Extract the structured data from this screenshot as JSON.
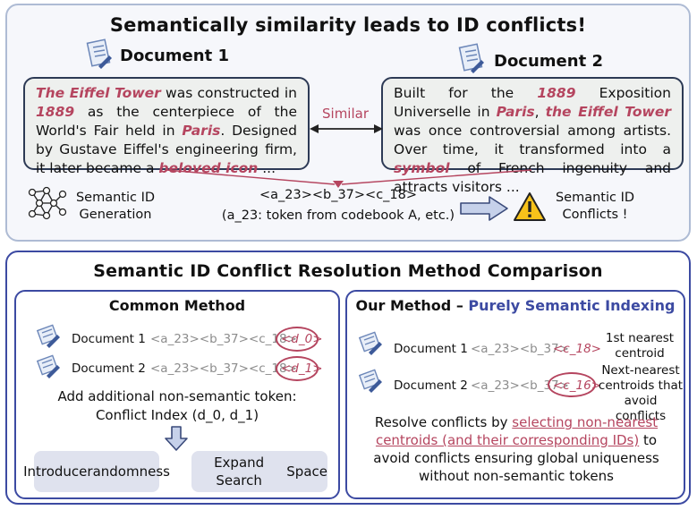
{
  "top": {
    "title": "Semantically similarity leads to ID conflicts!",
    "doc1": {
      "title": "Document 1",
      "text": [
        {
          "t": "The Eiffel Tower",
          "h": true
        },
        {
          "t": " was constructed in ",
          "h": false
        },
        {
          "t": "1889",
          "h": true
        },
        {
          "t": " as the centerpiece of the World's Fair held in ",
          "h": false
        },
        {
          "t": "Paris",
          "h": true
        },
        {
          "t": ". Designed by Gustave Eiffel's engineering firm, it later became a ",
          "h": false
        },
        {
          "t": "beloved icon",
          "h": true
        },
        {
          "t": " ...",
          "h": false
        }
      ]
    },
    "doc2": {
      "title": "Document 2",
      "text": [
        {
          "t": "Built for the ",
          "h": false
        },
        {
          "t": "1889",
          "h": true
        },
        {
          "t": " Exposition Universelle in ",
          "h": false
        },
        {
          "t": "Paris",
          "h": true
        },
        {
          "t": ", ",
          "h": false
        },
        {
          "t": "the Eiffel Tower",
          "h": true
        },
        {
          "t": " was once controversial among artists. Over time, it transformed into a ",
          "h": false
        },
        {
          "t": "symbol",
          "h": true
        },
        {
          "t": " of French ingenuity and attracts visitors ...",
          "h": false
        }
      ]
    },
    "similar_label": "Similar",
    "gen_label": "Semantic ID\nGeneration",
    "id_line1": "<a_23><b_37><c_18>",
    "id_line2": "(a_23: token from codebook A, etc.)",
    "conflict_label": "Semantic ID\nConflicts !"
  },
  "bottom": {
    "title": "Semantic ID Conflict Resolution Method Comparison",
    "common": {
      "title": "Common Method",
      "rows": [
        {
          "doc": "Document 1",
          "code": "<a_23><b_37><c_18>",
          "extra": "<d_0>"
        },
        {
          "doc": "Document 2",
          "code": "<a_23><b_37><c_18>",
          "extra": "<d_1>"
        }
      ],
      "desc1": "Add additional non-semantic token:",
      "desc2": "Conflict Index (d_0, d_1)",
      "btn1": "Introduce\nrandomness",
      "btn2": "Expand Search\nSpace"
    },
    "ours": {
      "title_prefix": "Our Method – ",
      "title_highlight": "Purely Semantic Indexing",
      "rows": [
        {
          "doc": "Document 1",
          "code": "<a_23><b_37>",
          "extra": "<c_18>",
          "note": "1st nearest\ncentroid"
        },
        {
          "doc": "Document 2",
          "code": "<a_23><b_37>",
          "extra": "<c_16>",
          "note": "Next-nearest\ncentroids that\navoid conflicts"
        }
      ],
      "resolve_pre": "Resolve conflicts by ",
      "resolve_link": "selecting non-nearest centroids (and their corresponding IDs)",
      "resolve_post": " to avoid conflicts ensuring global uniqueness without non-semantic tokens"
    }
  },
  "colors": {
    "accent": "#b5455f",
    "navy": "#3c4aa2",
    "top_border": "#aebbd4",
    "doc_bg": "#eef0ee",
    "btn_bg": "#dfe2ee"
  },
  "icons": [
    "document-icon",
    "network-icon",
    "warning-icon",
    "arrow-right-icon",
    "arrow-down-icon"
  ]
}
